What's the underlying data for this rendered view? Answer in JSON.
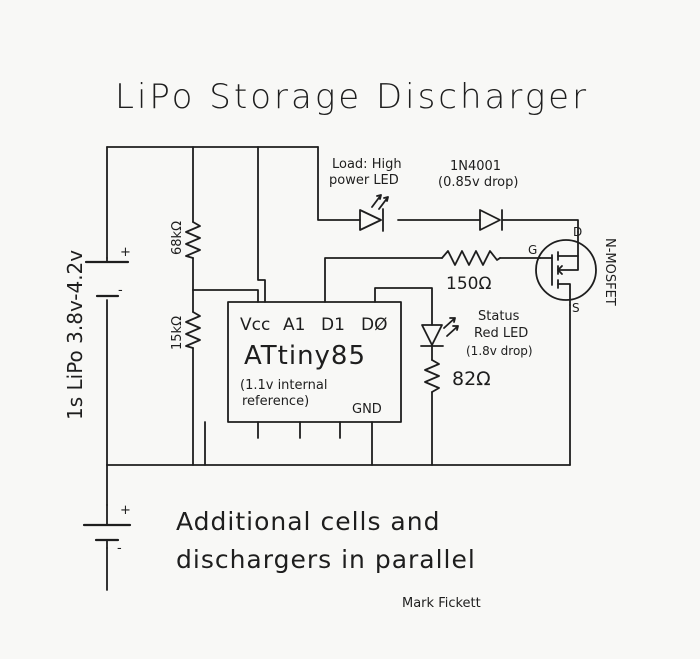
{
  "title": "LiPo Storage Discharger",
  "cell_label": "1s LiPo 3.8v-4.2v",
  "battery": {
    "plus": "+",
    "minus": "-"
  },
  "divider": {
    "top": "68kΩ",
    "bottom": "15kΩ"
  },
  "load": {
    "line1": "Load: High",
    "line2": "power LED"
  },
  "diode": {
    "line1": "1N4001",
    "line2": "(0.85v drop)"
  },
  "gate_resistor": "150Ω",
  "mosfet": {
    "label": "N-MOSFET",
    "d": "D",
    "g": "G",
    "s": "S"
  },
  "chip": {
    "pins": {
      "vcc": "Vcc",
      "a1": "A1",
      "d1": "D1",
      "d0": "DØ",
      "gnd": "GND"
    },
    "name": "ATtiny85",
    "note1": "(1.1v internal",
    "note2": "reference)"
  },
  "status": {
    "line1": "Status",
    "line2": "Red LED",
    "line3": "(1.8v drop)"
  },
  "status_resistor": "82Ω",
  "extra_battery": {
    "plus": "+",
    "minus": "-"
  },
  "note": {
    "line1": "Additional cells and",
    "line2": "dischargers in parallel"
  },
  "author": "Mark Fickett"
}
